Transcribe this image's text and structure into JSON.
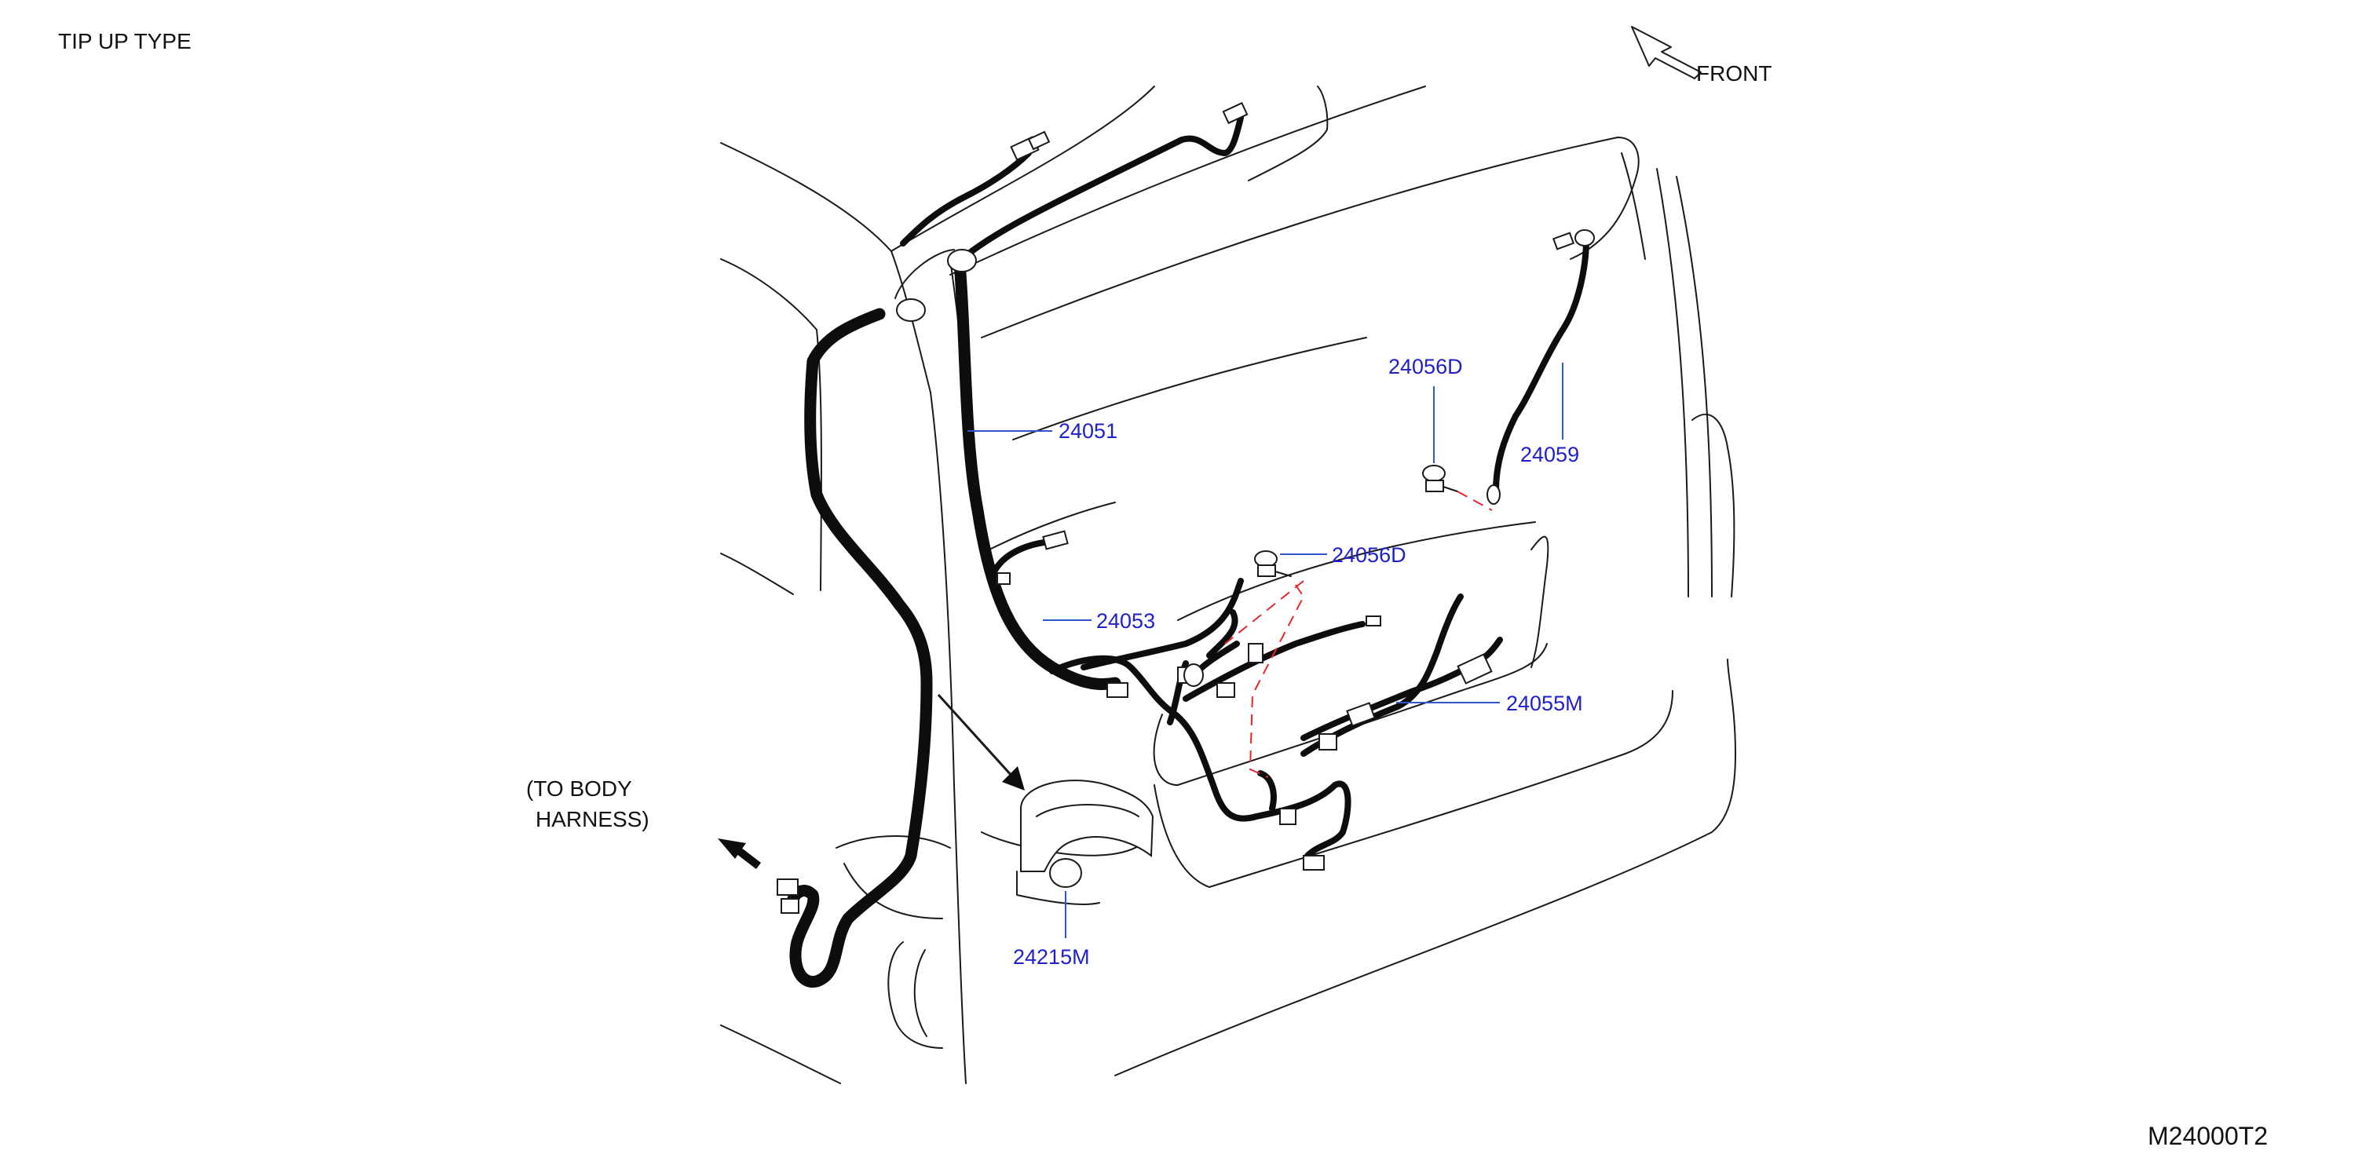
{
  "diagram": {
    "title": "TIP   UP   TYPE",
    "front_label": "FRONT",
    "note_line1": "(TO   BODY",
    "note_line2": "HARNESS)",
    "code": "M24000T2",
    "colors": {
      "label": "#1f1fcc",
      "leader": "#3355cc",
      "linework": "#1a1a1a",
      "harness": "#0d0d0d",
      "dashed_guide": "#e8252b"
    },
    "parts": {
      "p24051": "24051",
      "p24056D_top": "24056D",
      "p24059": "24059",
      "p24056D_mid": "24056D",
      "p24053": "24053",
      "p24055M": "24055M",
      "p24215M": "24215M"
    }
  }
}
